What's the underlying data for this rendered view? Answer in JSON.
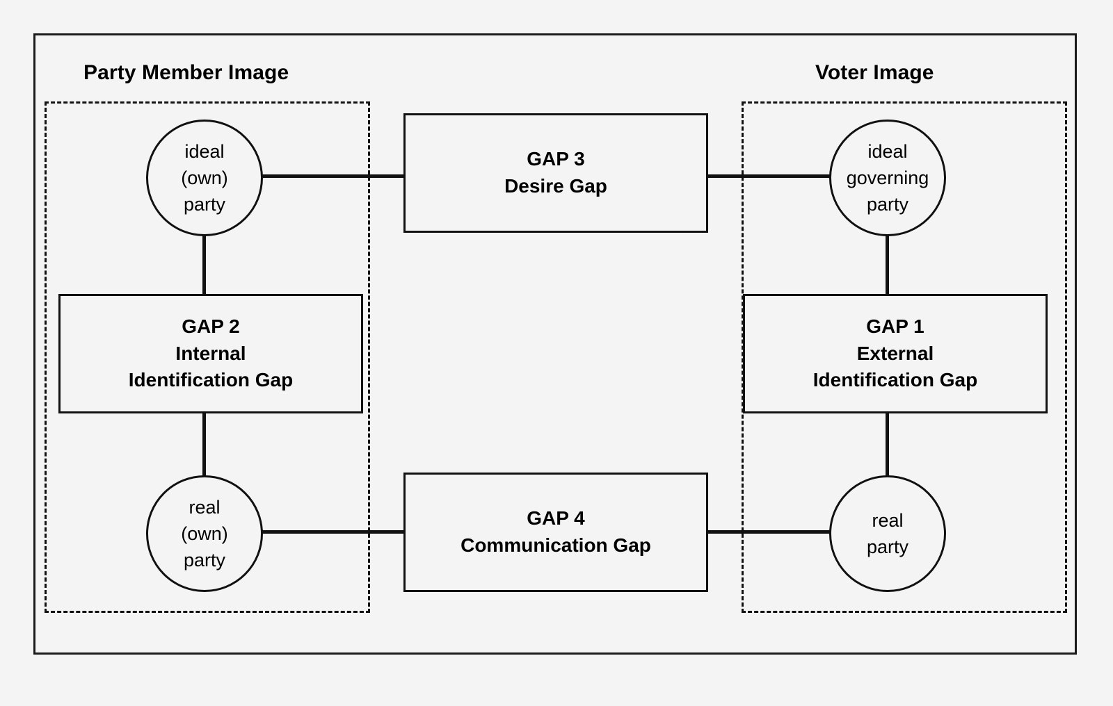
{
  "diagram": {
    "title_left": "Party Member Image",
    "title_right": "Voter Image",
    "nodes": {
      "ideal_own_party": {
        "line1": "ideal",
        "line2": "(own)",
        "line3": "party"
      },
      "real_own_party": {
        "line1": "real",
        "line2": "(own)",
        "line3": "party"
      },
      "ideal_governing_party": {
        "line1": "ideal",
        "line2": "governing",
        "line3": "party"
      },
      "real_party": {
        "line1": "real",
        "line2": "party"
      }
    },
    "gaps": {
      "gap1": {
        "line1": "GAP 1",
        "line2": "External",
        "line3": "Identification Gap"
      },
      "gap2": {
        "line1": "GAP 2",
        "line2": "Internal",
        "line3": "Identification Gap"
      },
      "gap3": {
        "line1": "GAP 3",
        "line2": "Desire Gap"
      },
      "gap4": {
        "line1": "GAP 4",
        "line2": "Communication Gap"
      }
    },
    "colors": {
      "background": "#f4f4f4",
      "stroke": "#111111",
      "text": "#000000"
    }
  }
}
